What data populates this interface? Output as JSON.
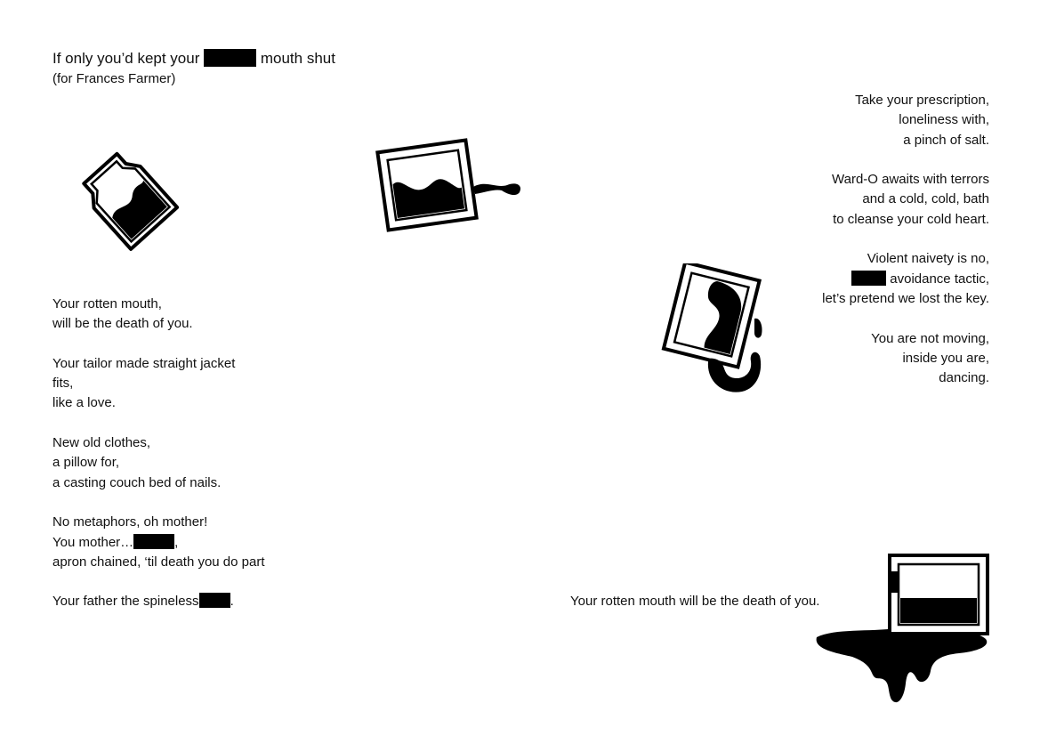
{
  "title": {
    "before": "If only you’d kept your",
    "after": "mouth shut"
  },
  "subtitle": "(for Frances Farmer)",
  "left_poem": {
    "stanza1": [
      "Your rotten mouth,",
      "will be the death of you."
    ],
    "stanza2": [
      "Your tailor made straight jacket",
      "fits,",
      "like a love."
    ],
    "stanza3": [
      "New old clothes,",
      "a pillow for,",
      "a casting couch bed of nails."
    ],
    "stanza4": {
      "l1": "No metaphors, oh mother!",
      "l2_before": "You mother…",
      "l2_after": ",",
      "l3": "apron chained, ‘til death you do part"
    },
    "stanza5": {
      "before": "Your father the spineless",
      "after": "."
    }
  },
  "right_poem": {
    "stanza1": [
      "Take your prescription,",
      "loneliness with,",
      "a pinch of salt."
    ],
    "stanza2": [
      "Ward-O awaits with terrors",
      "and a cold, cold, bath",
      "to cleanse your cold heart."
    ],
    "stanza3": {
      "l1": "Violent naivety is no,",
      "l2_after": "avoidance tactic,",
      "l3": "let’s pretend we lost the key."
    },
    "stanza4": [
      "You are not moving,",
      "inside you are,",
      "dancing."
    ]
  },
  "caption": "Your rotten mouth will be the death of you.",
  "icons": [
    "spilling-bottle-icon",
    "tilted-paint-frame-icon",
    "dripping-frame-icon",
    "paint-puddle-frame-icon"
  ]
}
